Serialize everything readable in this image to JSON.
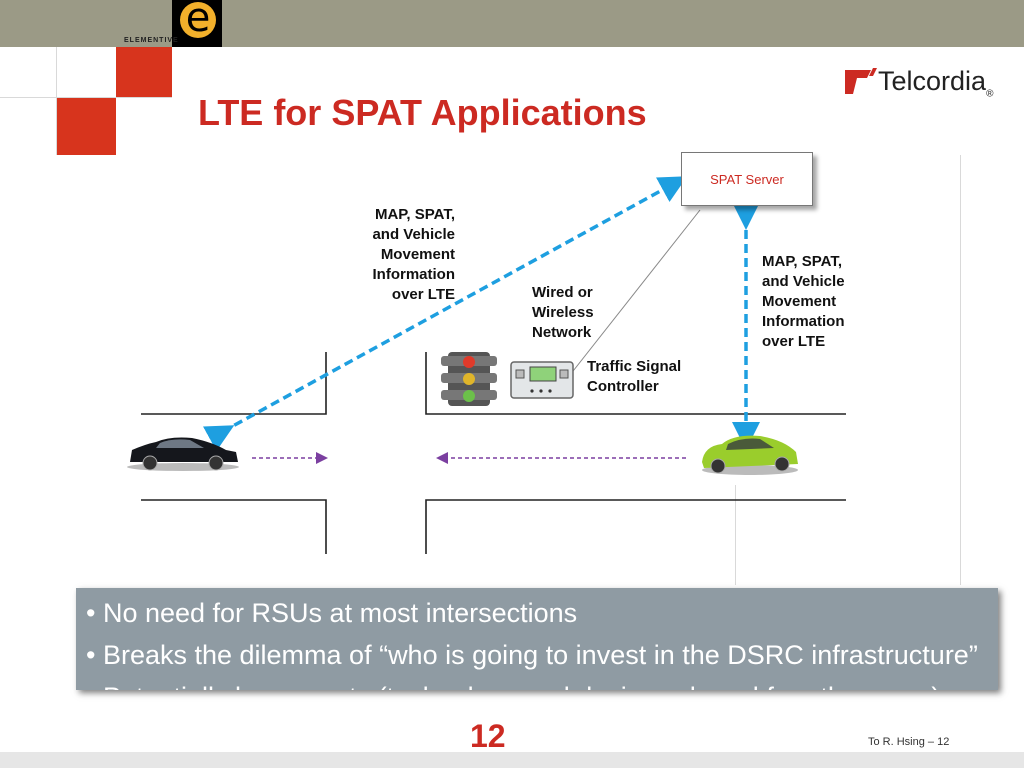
{
  "logo": {
    "wordmark": "ELEMENTIVE"
  },
  "title": "LTE for SPAT Applications",
  "brand": {
    "name": "Telcordia",
    "mark": "®"
  },
  "diagram": {
    "server_label": "SPAT Server",
    "left_link_label": "MAP, SPAT,\nand Vehicle\nMovement\nInformation\nover LTE",
    "right_link_label": "MAP, SPAT,\nand Vehicle\nMovement\nInformation\nover  LTE",
    "network_label": "Wired or\nWireless\nNetwork",
    "controller_label": "Traffic Signal\nController"
  },
  "bullets": [
    "• No need for RSUs at most intersections",
    "• Breaks the dilemma of “who is going to invest in the DSRC infrastructure”",
    "• Potentially lower costs (technology and devices shared for other uses)"
  ],
  "page_number": "12",
  "footer": "To R. Hsing – 12",
  "colors": {
    "accent_red": "#cc2a22",
    "link_blue": "#1e9fe0",
    "flow_purple": "#7b3fa0"
  }
}
